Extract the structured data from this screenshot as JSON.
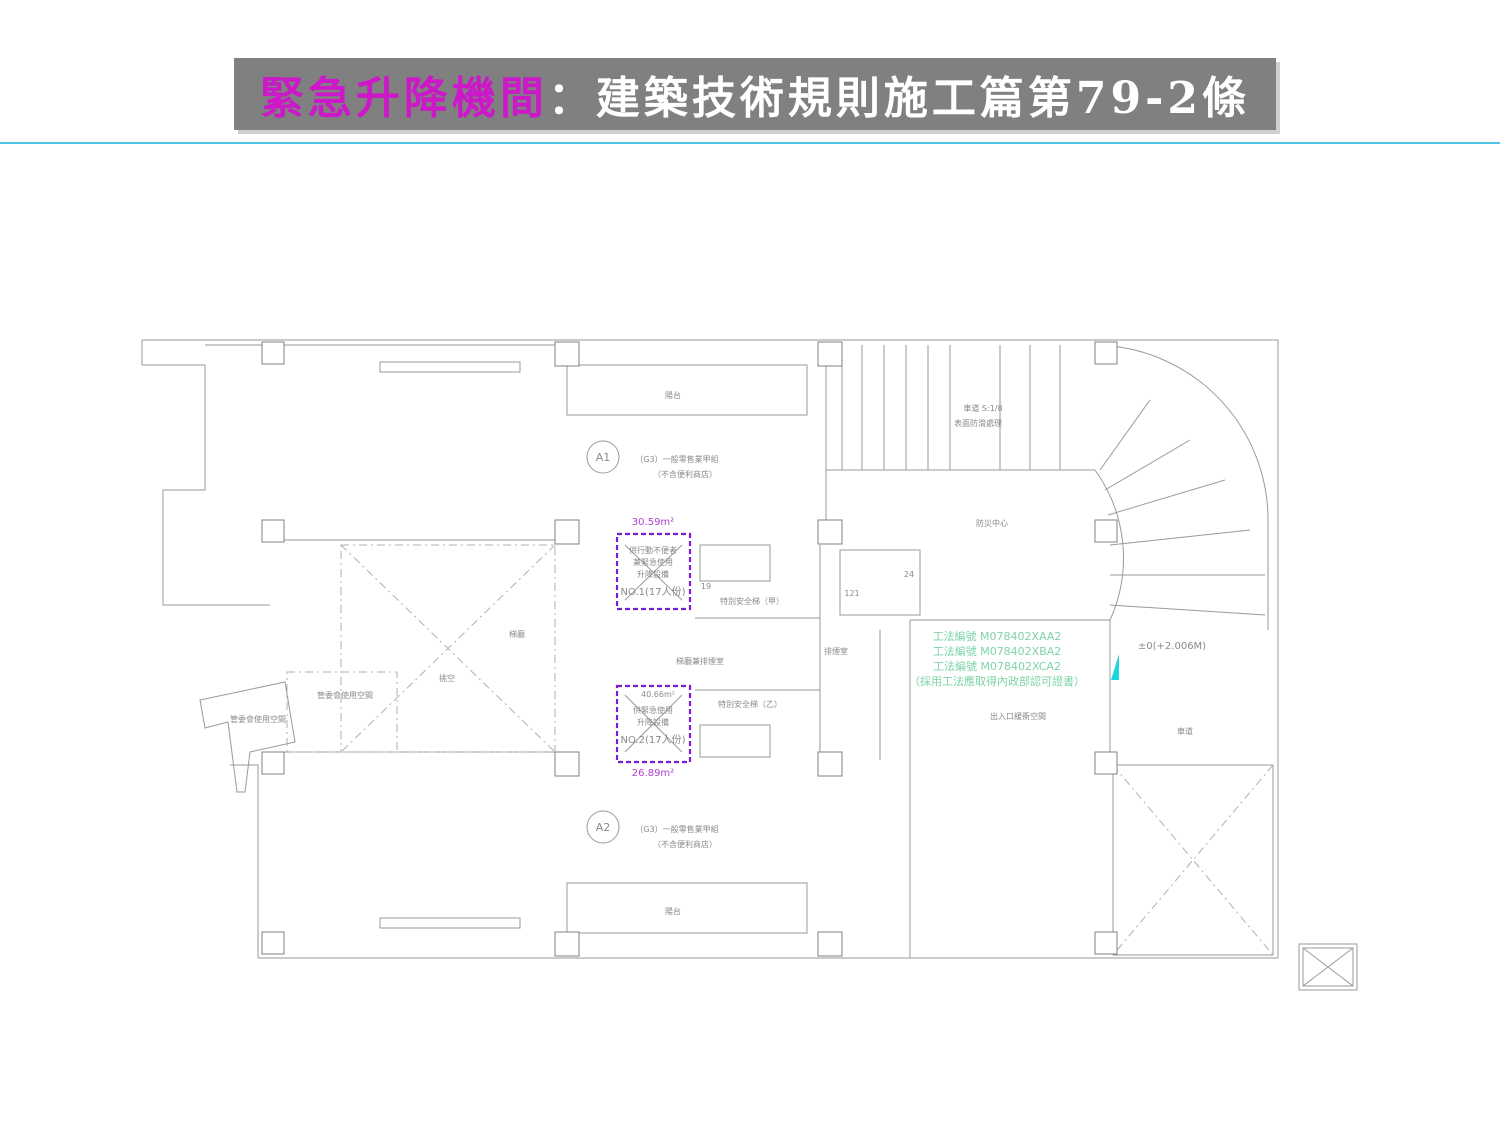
{
  "title": {
    "accent": "緊急升降機間",
    "rest": "：建築技術規則施工篇第79-2條"
  },
  "plan": {
    "balcony_top": "陽台",
    "balcony_bottom": "陽台",
    "unit_a1": {
      "id": "A1",
      "use": "（G3）一般零售業甲組",
      "note": "（不含便利商店）"
    },
    "unit_a2": {
      "id": "A2",
      "use": "（G3）一般零售業甲組",
      "note": "（不含便利商店）"
    },
    "ramp_slope": "車道 S:1/8",
    "ramp_surface": "表面防滑處理",
    "disaster_center": "防災中心",
    "lift1": {
      "area": "30.59m²",
      "line1": "供行動不便者",
      "line2": "兼緊急使用",
      "line3": "升降設備",
      "name": "NO.1(17人份)"
    },
    "lift2": {
      "area_top": "40.66m²",
      "line1": "供緊急使用",
      "line2": "升降設備",
      "name": "NO.2(17人份)",
      "area": "26.89m²"
    },
    "stair_a": "特別安全梯（甲）",
    "stair_b": "特別安全梯（乙）",
    "step_19": "19",
    "step_24": "24",
    "step_121": "121",
    "lobby": "梯廳",
    "void": "挑空",
    "smoke_room": "排煙室",
    "lobby_smoke": "梯廳兼排煙室",
    "mgmt_space_1": "管委會使用空間",
    "mgmt_space_2": "管委會使用空間",
    "method_codes": [
      "工法編號 M078402XAA2",
      "工法編號 M078402XBA2",
      "工法編號 M078402XCA2",
      "（採用工法應取得內政部認可證書）"
    ],
    "level": "±0(+2.006M)",
    "entrance_buffer": "出入口緩衝空間",
    "driveway": "車道"
  },
  "colors": {
    "accent": "#cc18c8",
    "lift_outline": "#7a1fd0",
    "rule": "#4fc3e8",
    "method_text": "#7fd3a8"
  }
}
